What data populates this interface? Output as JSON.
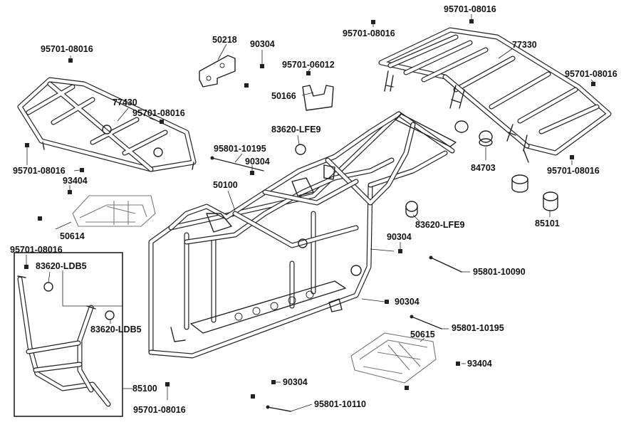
{
  "labels": {
    "rear_rack_bolt_top_1": "95701-08016",
    "rear_rack_bolt_top_2": "95701-08016",
    "rear_rack": "77330",
    "rear_rack_bolt_right": "95701-08016",
    "rear_rack_bolt_lower": "95701-08016",
    "front_rack_bolt_top": "95701-08016",
    "front_rack": "77430",
    "front_rack_bolt_mid": "95701-08016",
    "front_rack_bolt_left": "95701-08016",
    "nut_93404_left": "93404",
    "bracket_50218": "50218",
    "bolt_90304_top": "90304",
    "bolt_95701_06012": "95701-06012",
    "bracket_50166": "50166",
    "clamp_lfe9_top": "83620-LFE9",
    "bolt_95801_10195_top": "95801-10195",
    "bolt_90304_mid": "90304",
    "frame_50100": "50100",
    "grommet_84703": "84703",
    "bushing_85101": "85101",
    "clamp_lfe9_mid": "83620-LFE9",
    "bolt_90304_right": "90304",
    "footrest_50614": "50614",
    "guard_bolt_95701": "95701-08016",
    "clamp_ldb5_top": "83620-LDB5",
    "clamp_ldb5_bottom": "83620-LDB5",
    "bolt_95801_10090": "95801-10090",
    "bolt_90304_lower": "90304",
    "bolt_95801_10195_lower": "95801-10195",
    "footrest_50615": "50615",
    "nut_93404_right": "93404",
    "front_guard_85100": "85100",
    "bolt_90304_bottom": "90304",
    "bolt_95801_10110": "95801-10110",
    "guard_bolt_bottom": "95701-08016"
  }
}
